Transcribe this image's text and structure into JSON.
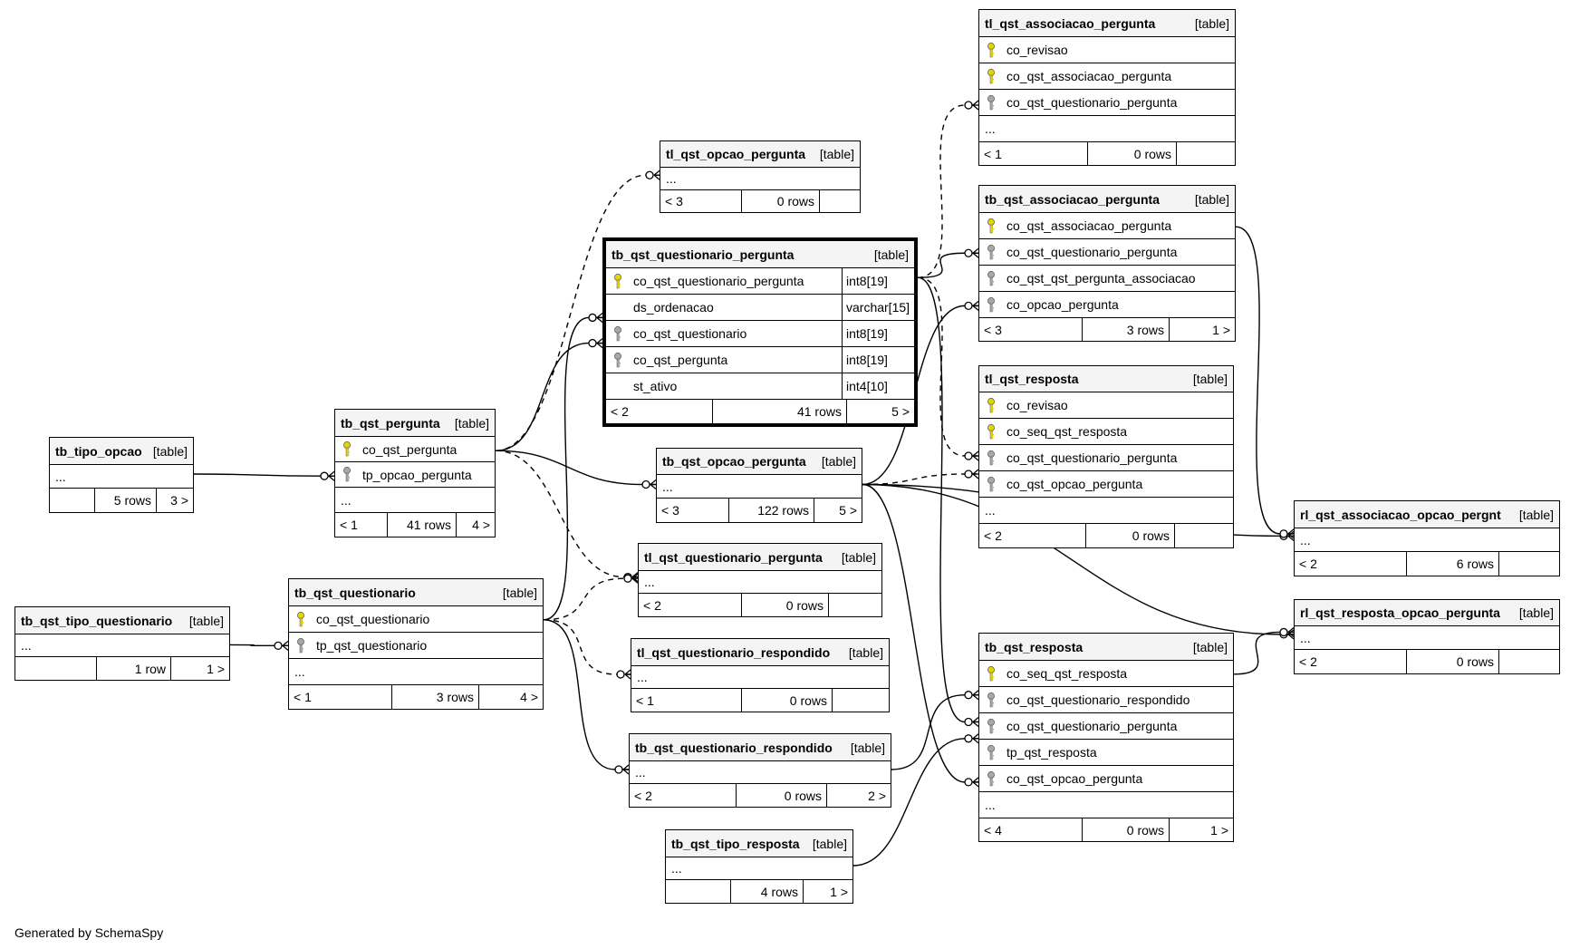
{
  "credit": "Generated by SchemaSpy",
  "colors": {
    "pk_key": "#e6d600",
    "fk_key": "#a8a8a8",
    "header_bg": "#f4f4f4"
  },
  "tables": [
    {
      "id": "tl_qst_associacao_pergunta",
      "name": "tl_qst_associacao_pergunta",
      "type": "[table]",
      "columns": [
        {
          "name": "co_revisao",
          "key": "pk"
        },
        {
          "name": "co_qst_associacao_pergunta",
          "key": "pk"
        },
        {
          "name": "co_qst_questionario_pergunta",
          "key": "fk"
        },
        {
          "name": "...",
          "key": ""
        }
      ],
      "footer": [
        "< 1",
        "0 rows",
        ""
      ]
    },
    {
      "id": "tl_qst_opcao_pergunta",
      "name": "tl_qst_opcao_pergunta",
      "type": "[table]",
      "columns": [
        {
          "name": "...",
          "key": ""
        }
      ],
      "footer": [
        "< 3",
        "0 rows",
        ""
      ]
    },
    {
      "id": "tb_qst_associacao_pergunta",
      "name": "tb_qst_associacao_pergunta",
      "type": "[table]",
      "columns": [
        {
          "name": "co_qst_associacao_pergunta",
          "key": "pk"
        },
        {
          "name": "co_qst_questionario_pergunta",
          "key": "fk"
        },
        {
          "name": "co_qst_qst_pergunta_associacao",
          "key": "fk"
        },
        {
          "name": "co_opcao_pergunta",
          "key": "fk"
        }
      ],
      "footer": [
        "< 3",
        "3 rows",
        "1 >"
      ]
    },
    {
      "id": "tb_qst_questionario_pergunta",
      "name": "tb_qst_questionario_pergunta",
      "type": "[table]",
      "focus": true,
      "columns": [
        {
          "name": "co_qst_questionario_pergunta",
          "key": "pk",
          "type": "int8[19]"
        },
        {
          "name": "ds_ordenacao",
          "key": "",
          "type": "varchar[15]"
        },
        {
          "name": "co_qst_questionario",
          "key": "fk",
          "type": "int8[19]"
        },
        {
          "name": "co_qst_pergunta",
          "key": "fk",
          "type": "int8[19]"
        },
        {
          "name": "st_ativo",
          "key": "",
          "type": "int4[10]"
        }
      ],
      "footer": [
        "< 2",
        "41 rows",
        "5 >"
      ]
    },
    {
      "id": "tl_qst_resposta",
      "name": "tl_qst_resposta",
      "type": "[table]",
      "columns": [
        {
          "name": "co_revisao",
          "key": "pk"
        },
        {
          "name": "co_seq_qst_resposta",
          "key": "pk"
        },
        {
          "name": "co_qst_questionario_pergunta",
          "key": "fk"
        },
        {
          "name": "co_qst_opcao_pergunta",
          "key": "fk"
        },
        {
          "name": "...",
          "key": ""
        }
      ],
      "footer": [
        "< 2",
        "0 rows",
        ""
      ]
    },
    {
      "id": "tb_tipo_opcao",
      "name": "tb_tipo_opcao",
      "type": "[table]",
      "columns": [
        {
          "name": "...",
          "key": ""
        }
      ],
      "footer": [
        "",
        "5 rows",
        "3 >"
      ]
    },
    {
      "id": "tb_qst_pergunta",
      "name": "tb_qst_pergunta",
      "type": "[table]",
      "columns": [
        {
          "name": "co_qst_pergunta",
          "key": "pk"
        },
        {
          "name": "tp_opcao_pergunta",
          "key": "fk"
        },
        {
          "name": "...",
          "key": ""
        }
      ],
      "footer": [
        "< 1",
        "41 rows",
        "4 >"
      ]
    },
    {
      "id": "tb_qst_opcao_pergunta",
      "name": "tb_qst_opcao_pergunta",
      "type": "[table]",
      "columns": [
        {
          "name": "...",
          "key": ""
        }
      ],
      "footer": [
        "< 3",
        "122 rows",
        "5 >"
      ]
    },
    {
      "id": "rl_qst_associacao_opcao_pergnt",
      "name": "rl_qst_associacao_opcao_pergnt",
      "type": "[table]",
      "columns": [
        {
          "name": "...",
          "key": ""
        }
      ],
      "footer": [
        "< 2",
        "6 rows",
        ""
      ]
    },
    {
      "id": "tl_qst_questionario_pergunta",
      "name": "tl_qst_questionario_pergunta",
      "type": "[table]",
      "columns": [
        {
          "name": "...",
          "key": ""
        }
      ],
      "footer": [
        "< 2",
        "0 rows",
        ""
      ]
    },
    {
      "id": "tb_qst_questionario",
      "name": "tb_qst_questionario",
      "type": "[table]",
      "columns": [
        {
          "name": "co_qst_questionario",
          "key": "pk"
        },
        {
          "name": "tp_qst_questionario",
          "key": "fk"
        },
        {
          "name": "...",
          "key": ""
        }
      ],
      "footer": [
        "< 1",
        "3 rows",
        "4 >"
      ]
    },
    {
      "id": "tb_qst_tipo_questionario",
      "name": "tb_qst_tipo_questionario",
      "type": "[table]",
      "columns": [
        {
          "name": "...",
          "key": ""
        }
      ],
      "footer": [
        "",
        "1 row",
        "1 >"
      ]
    },
    {
      "id": "rl_qst_resposta_opcao_pergunta",
      "name": "rl_qst_resposta_opcao_pergunta",
      "type": "[table]",
      "columns": [
        {
          "name": "...",
          "key": ""
        }
      ],
      "footer": [
        "< 2",
        "0 rows",
        ""
      ]
    },
    {
      "id": "tl_qst_questionario_respondido",
      "name": "tl_qst_questionario_respondido",
      "type": "[table]",
      "columns": [
        {
          "name": "...",
          "key": ""
        }
      ],
      "footer": [
        "< 1",
        "0 rows",
        ""
      ]
    },
    {
      "id": "tb_qst_resposta",
      "name": "tb_qst_resposta",
      "type": "[table]",
      "columns": [
        {
          "name": "co_seq_qst_resposta",
          "key": "pk"
        },
        {
          "name": "co_qst_questionario_respondido",
          "key": "fk"
        },
        {
          "name": "co_qst_questionario_pergunta",
          "key": "fk"
        },
        {
          "name": "tp_qst_resposta",
          "key": "fk"
        },
        {
          "name": "co_qst_opcao_pergunta",
          "key": "fk"
        },
        {
          "name": "...",
          "key": ""
        }
      ],
      "footer": [
        "< 4",
        "0 rows",
        "1 >"
      ]
    },
    {
      "id": "tb_qst_questionario_respondido",
      "name": "tb_qst_questionario_respondido",
      "type": "[table]",
      "columns": [
        {
          "name": "...",
          "key": ""
        }
      ],
      "footer": [
        "< 2",
        "0 rows",
        "2 >"
      ]
    },
    {
      "id": "tb_qst_tipo_resposta",
      "name": "tb_qst_tipo_resposta",
      "type": "[table]",
      "columns": [
        {
          "name": "...",
          "key": ""
        }
      ],
      "footer": [
        "",
        "4 rows",
        "1 >"
      ]
    }
  ],
  "relationships": [
    {
      "parent": "tb_tipo_opcao",
      "child": "tb_qst_pergunta",
      "style": "solid"
    },
    {
      "parent": "tb_qst_pergunta",
      "child": "tb_qst_questionario_pergunta",
      "style": "solid"
    },
    {
      "parent": "tb_qst_pergunta",
      "child": "tl_qst_opcao_pergunta",
      "style": "dashed"
    },
    {
      "parent": "tb_qst_pergunta",
      "child": "tb_qst_opcao_pergunta",
      "style": "solid"
    },
    {
      "parent": "tb_qst_pergunta",
      "child": "tl_qst_questionario_pergunta",
      "style": "dashed"
    },
    {
      "parent": "tb_qst_tipo_questionario",
      "child": "tb_qst_questionario",
      "style": "solid"
    },
    {
      "parent": "tb_qst_questionario",
      "child": "tb_qst_questionario_pergunta",
      "style": "solid"
    },
    {
      "parent": "tb_qst_questionario",
      "child": "tl_qst_questionario_pergunta",
      "style": "dashed"
    },
    {
      "parent": "tb_qst_questionario",
      "child": "tl_qst_questionario_respondido",
      "style": "dashed"
    },
    {
      "parent": "tb_qst_questionario",
      "child": "tb_qst_questionario_respondido",
      "style": "solid"
    },
    {
      "parent": "tb_qst_questionario_pergunta",
      "child": "tl_qst_associacao_pergunta",
      "style": "dashed"
    },
    {
      "parent": "tb_qst_questionario_pergunta",
      "child": "tb_qst_associacao_pergunta",
      "style": "solid"
    },
    {
      "parent": "tb_qst_questionario_pergunta",
      "child": "tl_qst_resposta",
      "style": "dashed"
    },
    {
      "parent": "tb_qst_questionario_pergunta",
      "child": "tb_qst_resposta",
      "style": "solid"
    },
    {
      "parent": "tb_qst_opcao_pergunta",
      "child": "tb_qst_associacao_pergunta",
      "style": "solid"
    },
    {
      "parent": "tb_qst_opcao_pergunta",
      "child": "tl_qst_resposta",
      "style": "dashed"
    },
    {
      "parent": "tb_qst_opcao_pergunta",
      "child": "rl_qst_associacao_opcao_pergnt",
      "style": "solid"
    },
    {
      "parent": "tb_qst_opcao_pergunta",
      "child": "rl_qst_resposta_opcao_pergunta",
      "style": "solid"
    },
    {
      "parent": "tb_qst_opcao_pergunta",
      "child": "tb_qst_resposta",
      "style": "solid"
    },
    {
      "parent": "tb_qst_associacao_pergunta",
      "child": "rl_qst_associacao_opcao_pergnt",
      "style": "solid"
    },
    {
      "parent": "tb_qst_resposta",
      "child": "rl_qst_resposta_opcao_pergunta",
      "style": "solid"
    },
    {
      "parent": "tb_qst_questionario_respondido",
      "child": "tb_qst_resposta",
      "style": "solid"
    },
    {
      "parent": "tb_qst_tipo_resposta",
      "child": "tb_qst_resposta",
      "style": "solid"
    }
  ]
}
